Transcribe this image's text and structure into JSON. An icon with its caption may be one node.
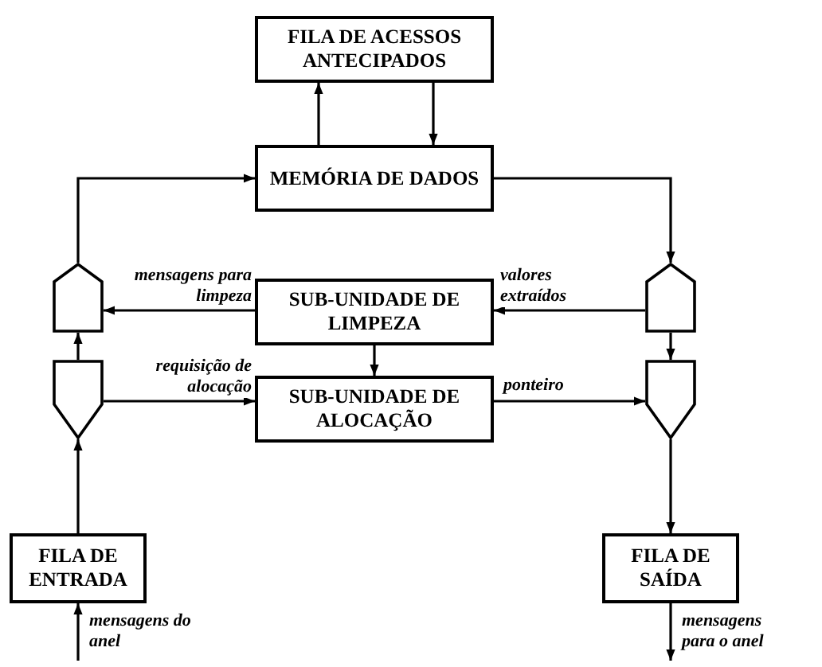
{
  "diagram": {
    "nodes": [
      {
        "text": [
          "FILA DE ACESSOS ANTECIPADOS"
        ]
      },
      {
        "text": [
          "MEMÓRIA DE DADOS"
        ]
      },
      {
        "text": [],
        "shape": "pentagon"
      },
      {
        "text": [
          "SUB-UNIDADE DE LIMPEZA"
        ]
      },
      {
        "text": [],
        "shape": "pentagon"
      },
      {
        "text": [],
        "shape": "pentagon"
      },
      {
        "text": [
          "SUB-UNIDADE DE ALOCAÇÃO"
        ]
      },
      {
        "text": [],
        "shape": "pentagon"
      },
      {
        "text": [
          "FILA DE ENTRADA"
        ]
      },
      {
        "text": [
          "FILA DE SAÍDA"
        ]
      }
    ],
    "edges": [
      {
        "from": 1,
        "to": 0,
        "arrow": "to"
      },
      {
        "from": 0,
        "to": 1,
        "arrow": "to"
      },
      {
        "from": 2,
        "to": 1,
        "arrow": "to"
      },
      {
        "from": 1,
        "to": 4,
        "arrow": "to"
      },
      {
        "from": 3,
        "to": 2,
        "arrow": "to",
        "label": "mensagens para limpeza"
      },
      {
        "from": 4,
        "to": 3,
        "arrow": "to",
        "label": "valores extraídos"
      },
      {
        "from": 3,
        "to": 6,
        "arrow": "to"
      },
      {
        "from": 5,
        "to": 2,
        "arrow": "to"
      },
      {
        "from": 5,
        "to": 6,
        "arrow": "to",
        "label": "requisição de alocação"
      },
      {
        "from": 6,
        "to": 7,
        "arrow": "to",
        "label": "ponteiro"
      },
      {
        "from": 4,
        "to": 7,
        "arrow": "to"
      },
      {
        "from": 8,
        "to": 5,
        "arrow": "to"
      },
      {
        "from": 7,
        "to": 9,
        "arrow": "to"
      },
      {
        "from": null,
        "to": 8,
        "arrow": "to",
        "label": "mensagens do anel"
      },
      {
        "from": 9,
        "to": null,
        "arrow": "to",
        "label": "mensagens para o anel"
      }
    ]
  }
}
